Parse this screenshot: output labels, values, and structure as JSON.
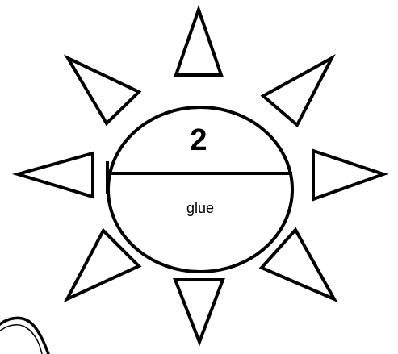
{
  "diagram": {
    "center": {
      "top_value": "2",
      "bottom_label": "glue"
    },
    "rays": [
      "top",
      "top-right",
      "right",
      "bottom-right",
      "bottom",
      "bottom-left",
      "left",
      "top-left"
    ],
    "colors": {
      "stroke": "#000000",
      "fill": "#ffffff"
    }
  }
}
